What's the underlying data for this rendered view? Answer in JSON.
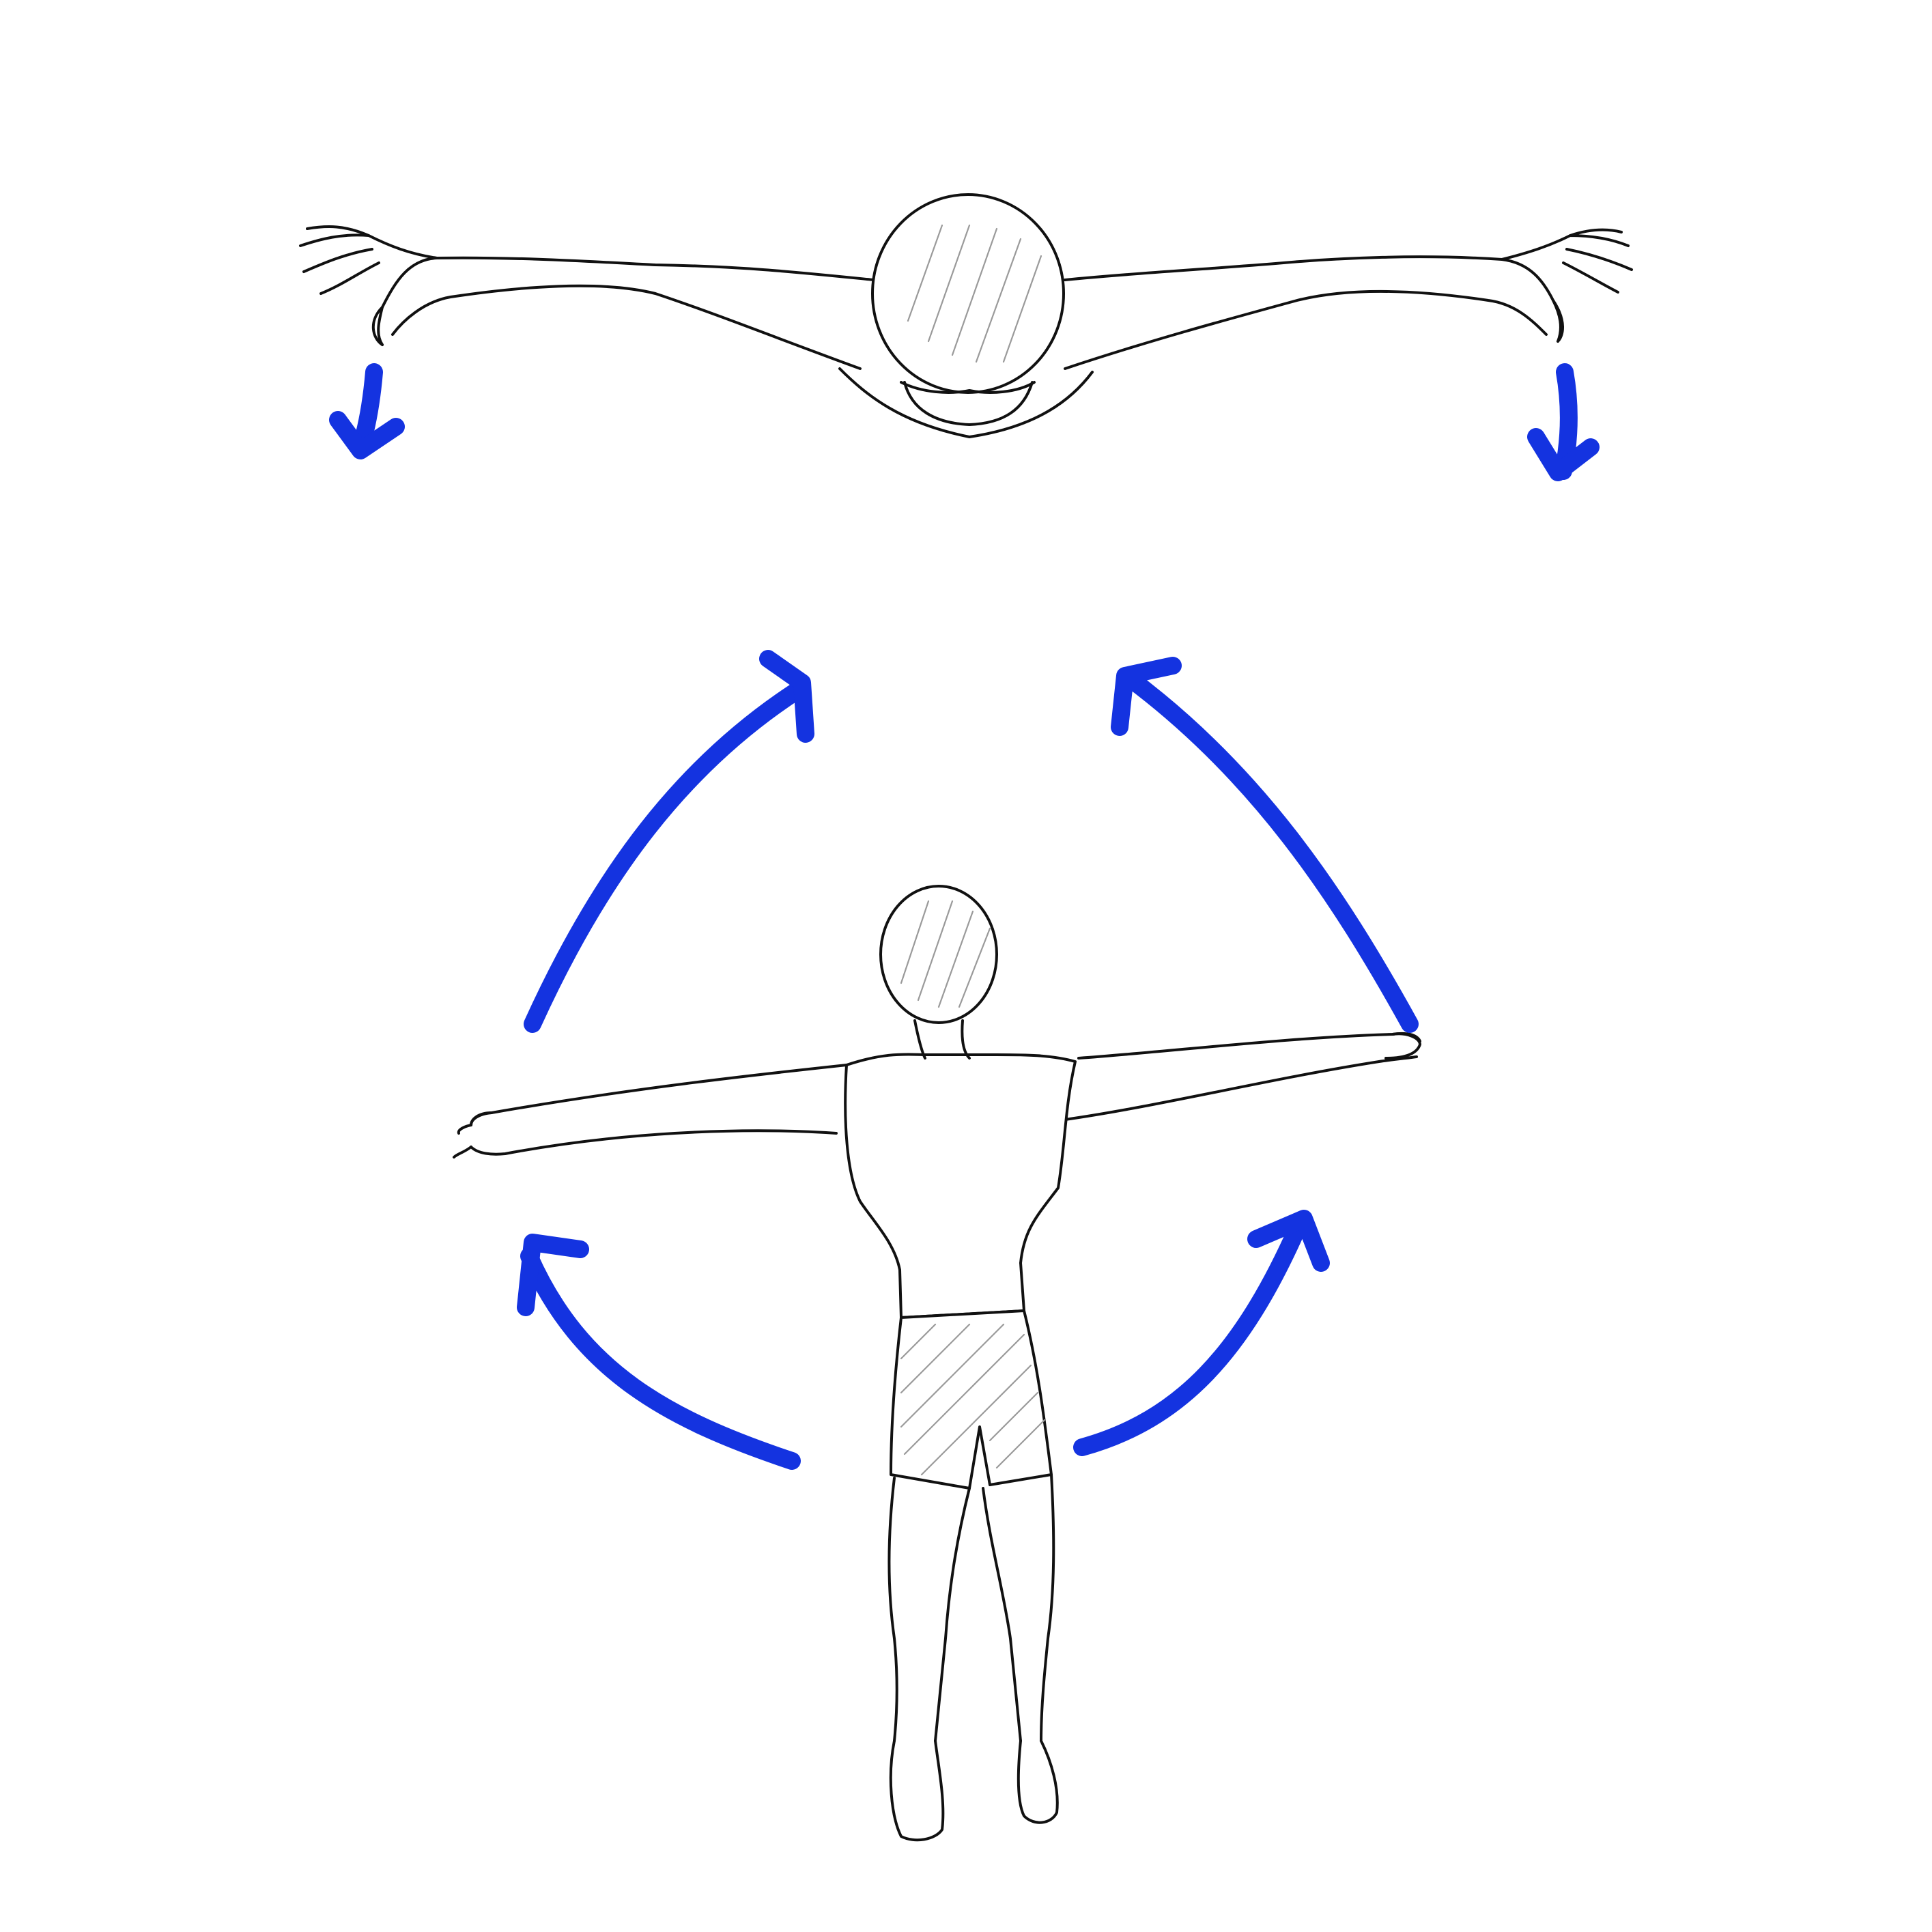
{
  "colors": {
    "arrow": "#1433e0",
    "line_art": "#111111",
    "background": "#ffffff"
  },
  "figures": {
    "top": "swimmer-front-view-arms-extended",
    "bottom": "swimmer-back-view-arms-extended"
  },
  "arrows": [
    {
      "name": "arrow-down-left",
      "direction": "down"
    },
    {
      "name": "arrow-down-right",
      "direction": "down"
    },
    {
      "name": "arrow-arc-upper-left",
      "direction": "up-right"
    },
    {
      "name": "arrow-arc-upper-right",
      "direction": "up-left"
    },
    {
      "name": "arrow-arc-lower-left",
      "direction": "up-left"
    },
    {
      "name": "arrow-arc-lower-right",
      "direction": "up-right"
    }
  ]
}
